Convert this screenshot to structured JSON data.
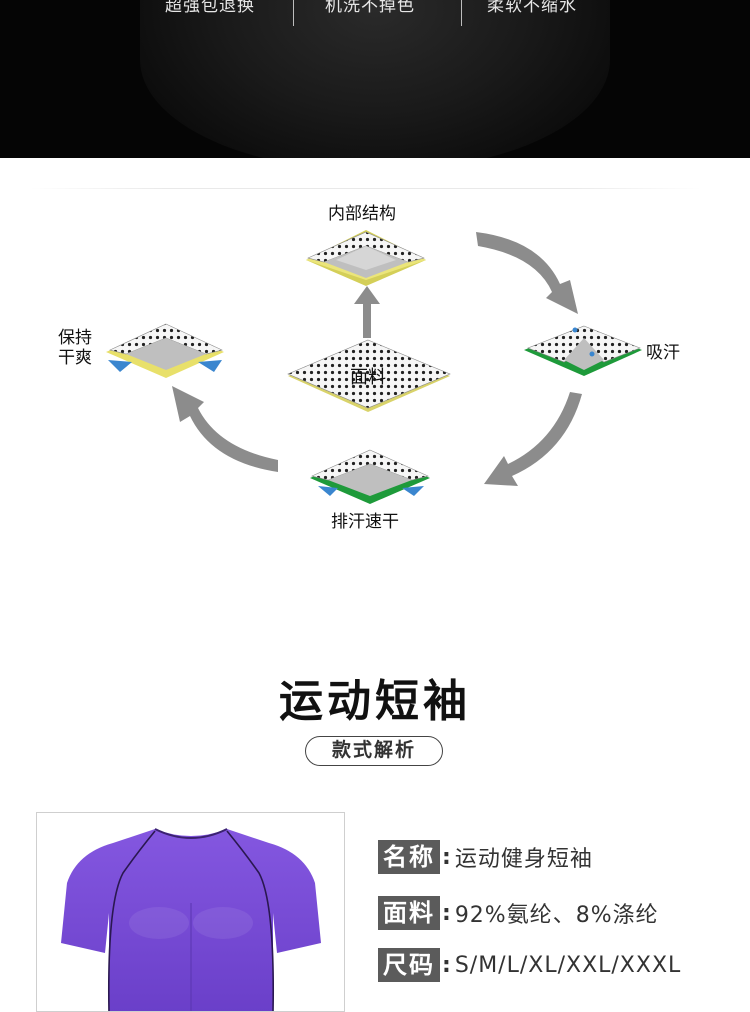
{
  "banner": {
    "features": [
      "超强包退换",
      "机洗不掉色",
      "柔软不缩水"
    ]
  },
  "diagram": {
    "labels": {
      "inner": "内部结构",
      "fabric": "面料",
      "absorb": "吸汗",
      "quickdry": "排汗速干",
      "keepdry_line1": "保持",
      "keepdry_line2": "干爽"
    },
    "colors": {
      "dot_layer": "#f4f4f4",
      "yellow": "#e8e06a",
      "green": "#1e9a3a",
      "blue_arrow": "#3a86cf",
      "gray_arrow": "#8c8c8c"
    }
  },
  "section": {
    "title": "运动短袖",
    "subtitle": "款式解析"
  },
  "specs": [
    {
      "key": "名称",
      "value": "运动健身短袖"
    },
    {
      "key": "面料",
      "value": "92%氨纶、8%涤纶"
    },
    {
      "key": "尺码",
      "value": "S/M/L/XL/XXL/XXXL"
    }
  ],
  "product": {
    "color": "#7a4fd6"
  }
}
